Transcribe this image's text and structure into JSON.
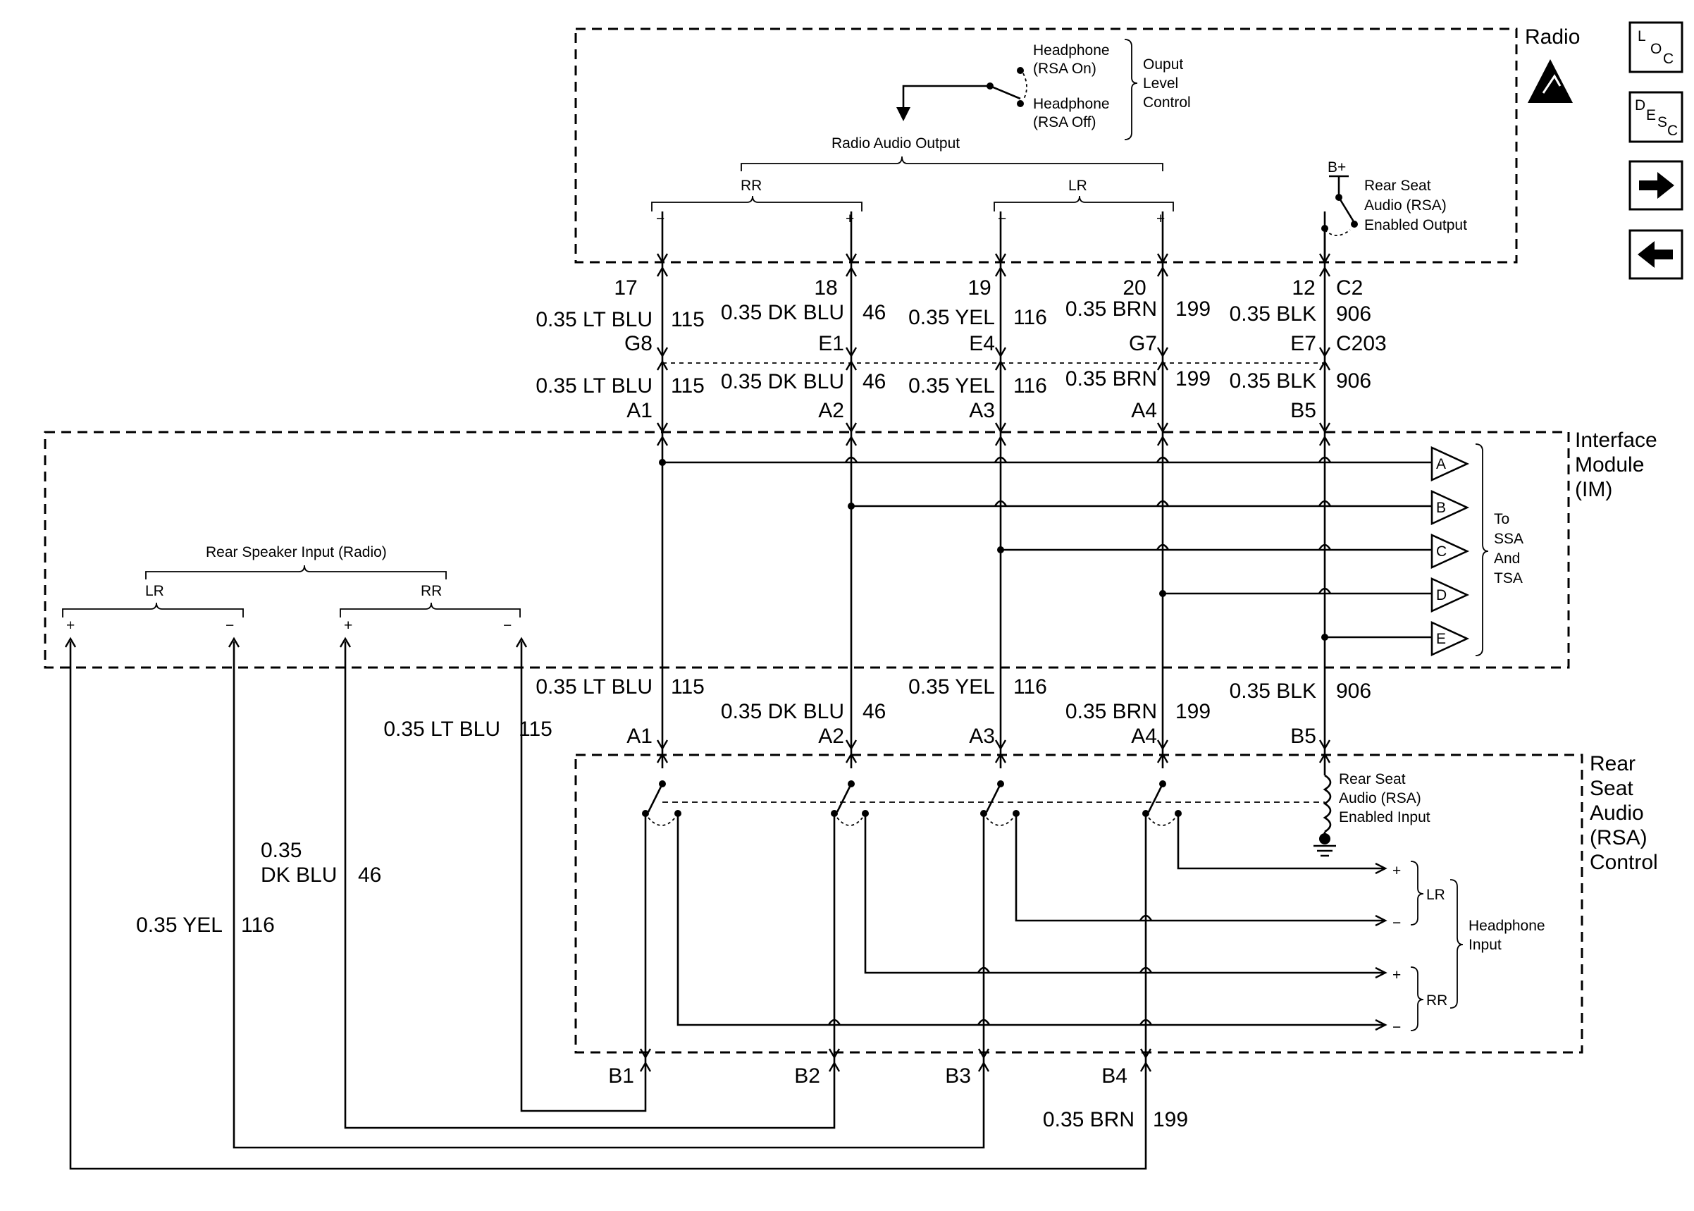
{
  "blocks": {
    "radio": "Radio",
    "interface_module": [
      "Interface",
      "Module",
      "(IM)"
    ],
    "rsa_control": [
      "Rear",
      "Seat",
      "Audio",
      "(RSA)",
      "Control"
    ]
  },
  "radio_internal": {
    "headphone_on": [
      "Headphone",
      "(RSA On)"
    ],
    "headphone_off": [
      "Headphone",
      "(RSA Off)"
    ],
    "output_level_control": [
      "Ouput",
      "Level",
      "Control"
    ],
    "radio_audio_output": "Radio Audio Output",
    "rr": "RR",
    "lr": "LR",
    "b_plus": "B+",
    "rsa_enabled_output": [
      "Rear Seat",
      "Audio (RSA)",
      "Enabled Output"
    ],
    "minus": "−",
    "plus": "+"
  },
  "connector_c2": {
    "name": "C2",
    "pins": [
      "17",
      "18",
      "19",
      "20",
      "12"
    ]
  },
  "connector_c203": {
    "name": "C203",
    "upper_pins": [
      "G8",
      "E1",
      "E4",
      "G7",
      "E7"
    ],
    "lower_pins": [
      "A1",
      "A2",
      "A3",
      "A4",
      "B5"
    ]
  },
  "wires": [
    {
      "color": "0.35 LT BLU",
      "circuit": "115"
    },
    {
      "color": "0.35 DK BLU",
      "circuit": "46"
    },
    {
      "color": "0.35 YEL",
      "circuit": "116"
    },
    {
      "color": "0.35 BRN",
      "circuit": "199"
    },
    {
      "color": "0.35 BLK",
      "circuit": "906"
    }
  ],
  "im_outputs": {
    "labels": [
      "A",
      "B",
      "C",
      "D",
      "E"
    ],
    "dest": [
      "To",
      "SSA",
      "And",
      "TSA"
    ]
  },
  "rear_speaker_input": {
    "title": "Rear Speaker Input (Radio)",
    "lr": "LR",
    "rr": "RR",
    "plus": "+",
    "minus": "−"
  },
  "lower_wires": {
    "lt_blu": {
      "color": "0.35 LT BLU",
      "circuit": "115"
    },
    "dk_blu": {
      "color_line1": "0.35",
      "color_line2": "DK BLU",
      "circuit": "46"
    },
    "yel": {
      "color": "0.35 YEL",
      "circuit": "116"
    },
    "brn": {
      "color": "0.35 BRN",
      "circuit": "199"
    }
  },
  "rsa_pins": {
    "top": [
      "A1",
      "A2",
      "A3",
      "A4",
      "B5"
    ],
    "bottom": [
      "B1",
      "B2",
      "B3",
      "B4"
    ]
  },
  "rsa_internal": {
    "enabled_input": [
      "Rear Seat",
      "Audio (RSA)",
      "Enabled Input"
    ],
    "headphone_input": [
      "Headphone",
      "Input"
    ],
    "lr": "LR",
    "rr": "RR",
    "plus": "+",
    "minus": "−"
  },
  "nav_icons": {
    "loc": {
      "l": "L",
      "o": "O",
      "c": "C"
    },
    "desc": {
      "d": "D",
      "e": "E",
      "s": "S",
      "c": "C"
    }
  }
}
